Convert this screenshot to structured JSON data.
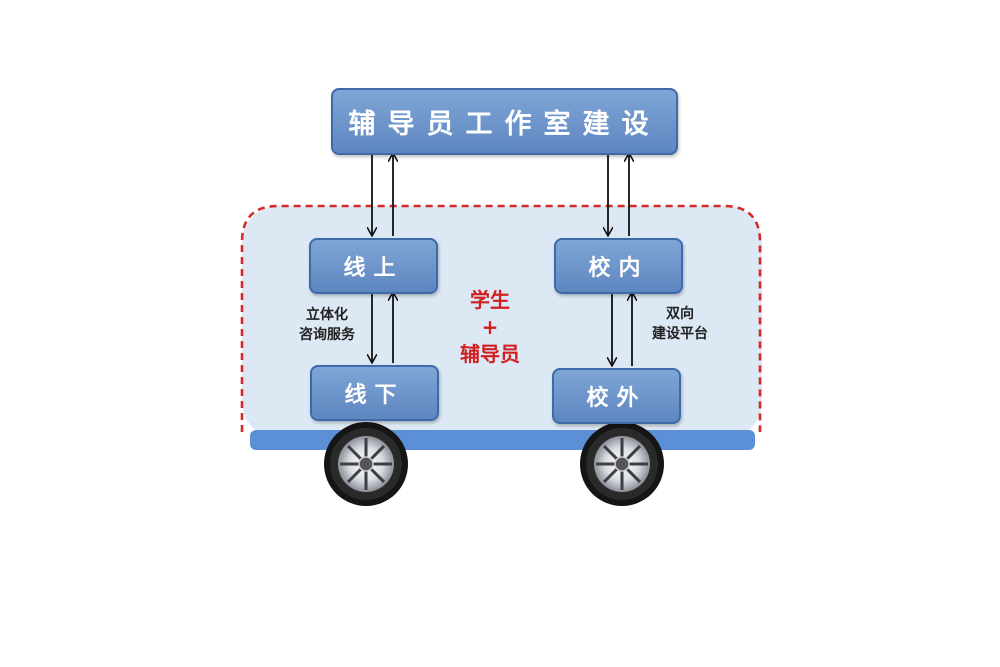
{
  "diagram": {
    "title": "辅导员工作室建设",
    "nodes": {
      "online": "线上",
      "offline": "线下",
      "on_campus": "校内",
      "off_campus": "校外"
    },
    "left_note": [
      "立体化",
      "咨询服务"
    ],
    "right_note": [
      "双向",
      "建设平台"
    ],
    "center_label": [
      "学生",
      "+",
      "辅导员"
    ]
  },
  "colors": {
    "box_fill": "#6f97cc",
    "box_border": "#3f6aa8",
    "body_fill": "#dde8f5",
    "dashed_border": "#d32a2a",
    "chassis": "#5b8fd6",
    "center_text": "#d11f1f"
  }
}
